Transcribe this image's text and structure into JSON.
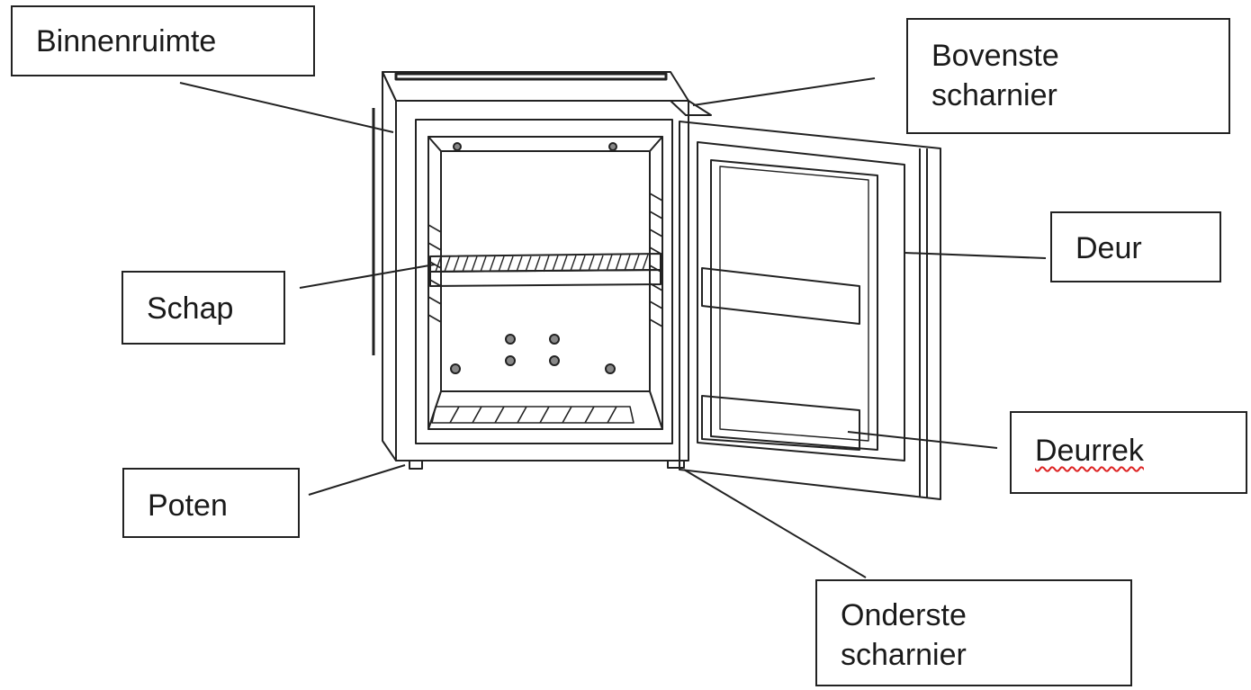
{
  "labels": {
    "binnenruimte": "Binnenruimte",
    "bovenste_scharnier": [
      "Bovenste",
      "scharnier"
    ],
    "deur": "Deur",
    "schap": "Schap",
    "deurrek": "Deurrek",
    "poten": "Poten",
    "onderste_scharnier": [
      "Onderste",
      "scharnier"
    ]
  },
  "colors": {
    "line": "#222222",
    "background": "#ffffff",
    "spellcheck": "#dd2222"
  }
}
